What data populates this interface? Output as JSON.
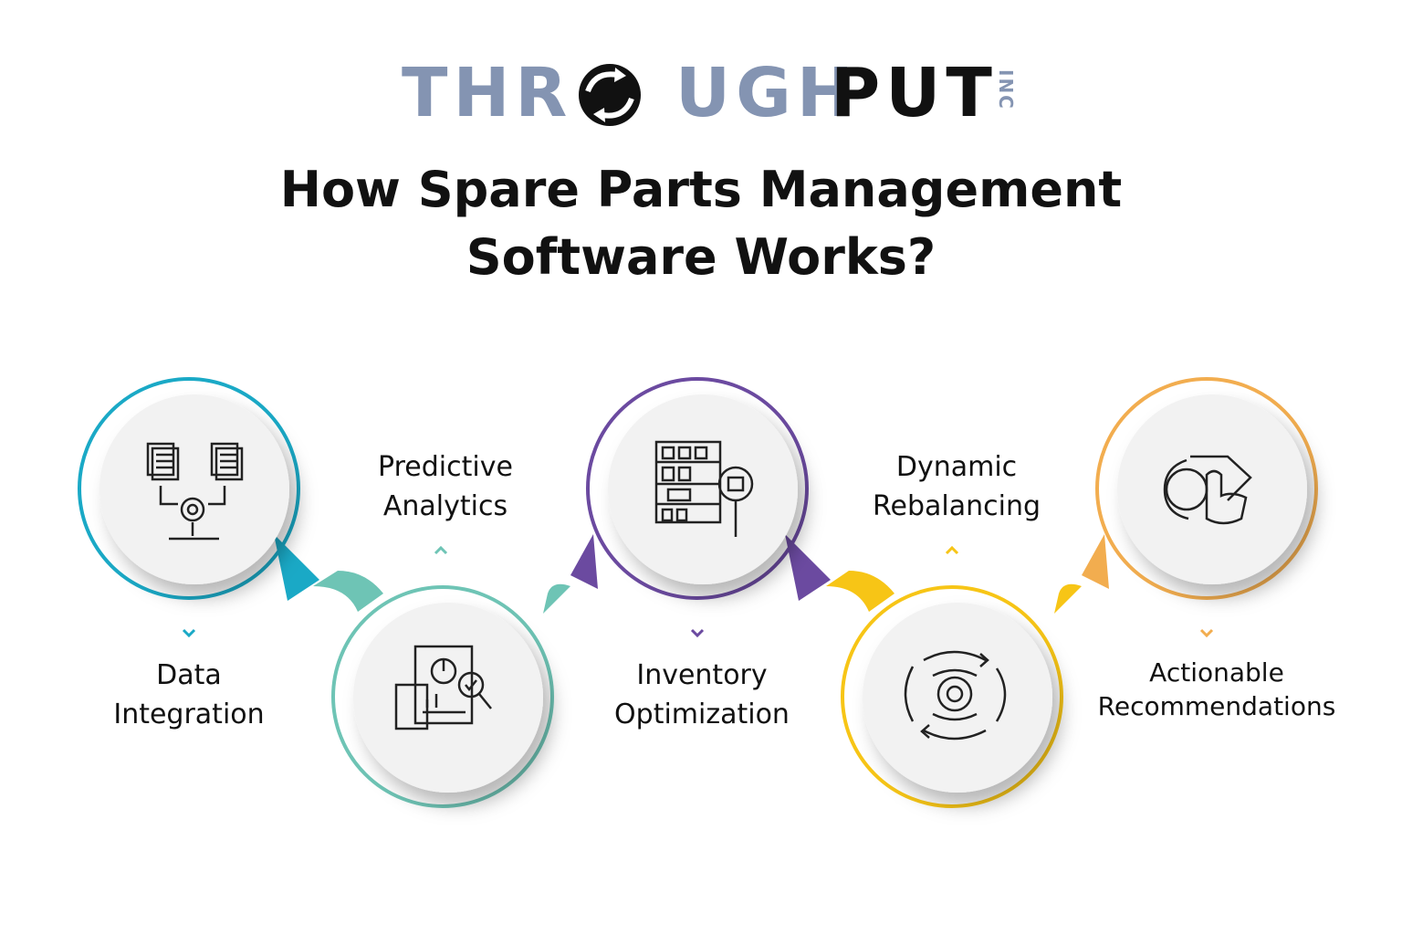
{
  "brand": {
    "logo_part_1": "THR",
    "logo_part_2": "UGH",
    "logo_part_3": "PUT",
    "logo_suffix": "INC",
    "logo_mark_icon": "circular-arrows-o-icon",
    "colors": {
      "slate": "#8494b2",
      "dark": "#111111"
    }
  },
  "title": {
    "line1": "How Spare Parts Management",
    "line2": "Software Works?"
  },
  "steps": [
    {
      "label_1": "Data",
      "label_2": "Integration",
      "icon": "data-integration-icon",
      "color": "#1aa9c6"
    },
    {
      "label_1": "Predictive",
      "label_2": "Analytics",
      "icon": "predictive-analytics-icon",
      "color": "#6ec4b5"
    },
    {
      "label_1": "Inventory",
      "label_2": "Optimization",
      "icon": "inventory-shelf-search-icon",
      "color": "#6b4aa0"
    },
    {
      "label_1": "Dynamic",
      "label_2": "Rebalancing",
      "icon": "rebalancing-gear-arrows-icon",
      "color": "#f7c516"
    },
    {
      "label_1": "Actionable",
      "label_2": "Recommendations",
      "icon": "gear-hand-action-icon",
      "color": "#f2ad4f"
    }
  ]
}
